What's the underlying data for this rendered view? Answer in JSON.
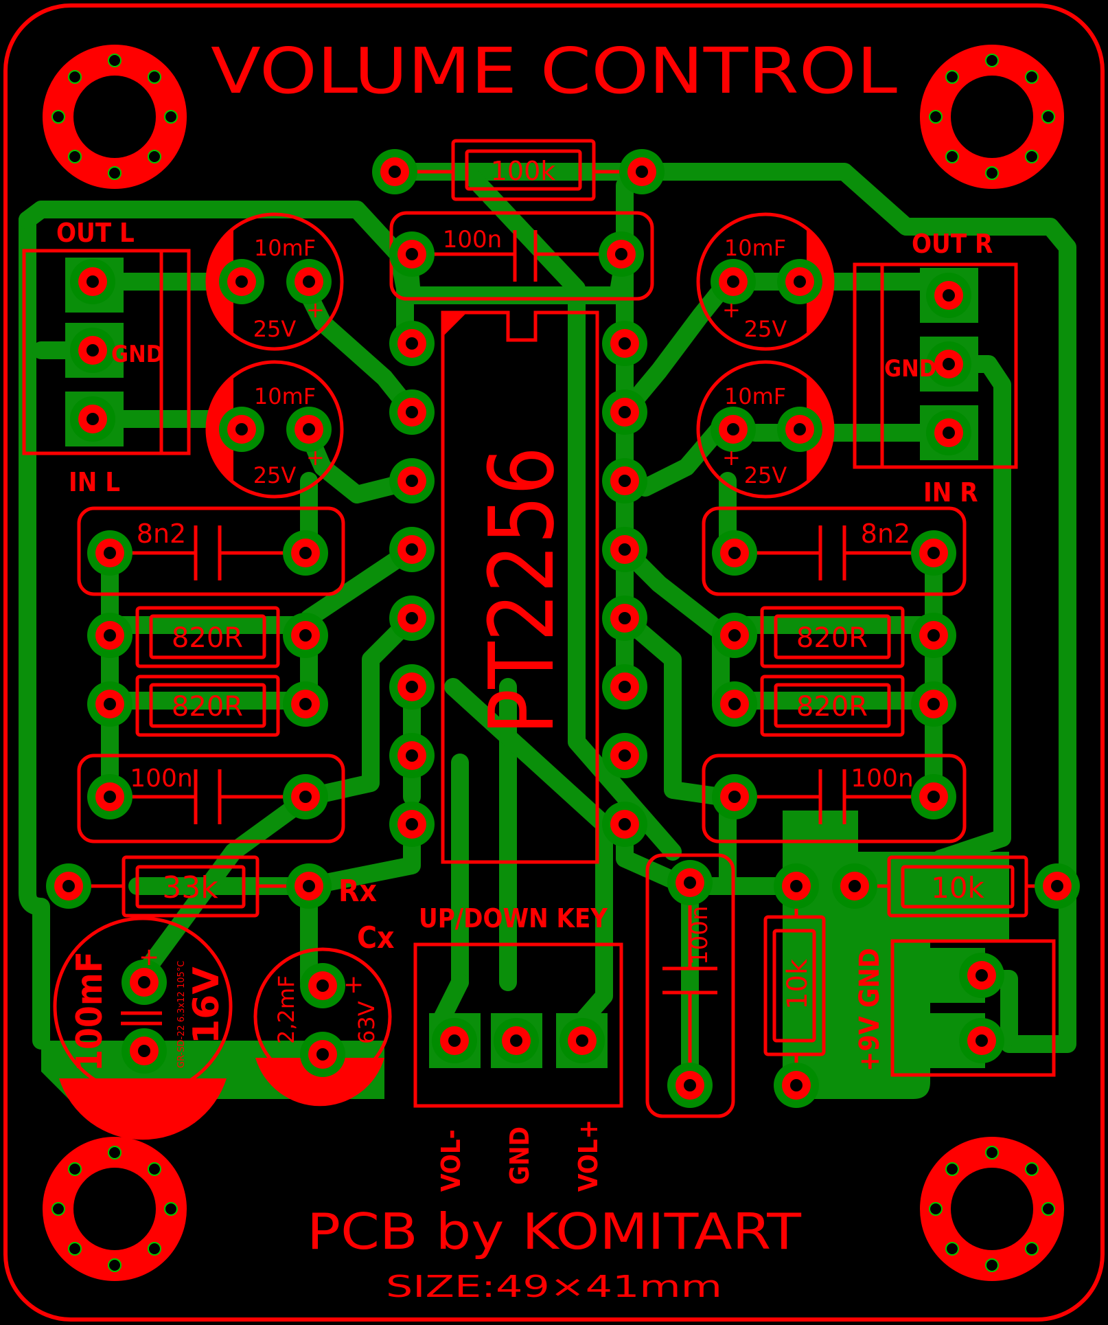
{
  "title": "VOLUME CONTROL",
  "chip": "PT2256",
  "credit": "PCB by KOMITART",
  "size_text": "SIZE:49×41mm",
  "connectors": {
    "out_l": "OUT L",
    "in_l": "IN L",
    "gnd_l": "GND",
    "out_r": "OUT R",
    "in_r": "IN R",
    "gnd_r": "GND",
    "updown": "UP/DOWN KEY",
    "vol_minus": "VOL-",
    "gnd_mid": "GND",
    "vol_plus": "VOL+",
    "power": "+9V GND"
  },
  "parts": {
    "r_top": "100k",
    "c_top": "100n",
    "cap_l_top": "10mF",
    "cap_l_top_v": "25V",
    "cap_l_bot": "10mF",
    "cap_l_bot_v": "25V",
    "cap_r_top": "10mF",
    "cap_r_top_v": "25V",
    "cap_r_bot": "10mF",
    "cap_r_bot_v": "25V",
    "c_8n2_l": "8n2",
    "c_8n2_r": "8n2",
    "r_820_l1": "820R",
    "r_820_l2": "820R",
    "r_820_r1": "820R",
    "r_820_r2": "820R",
    "c_100n_l": "100n",
    "c_100n_r": "100n",
    "r_33k": "33k",
    "rx": "Rx",
    "cx": "Cx",
    "cap_big": "100mF",
    "cap_big_v": "16V",
    "cap_big_note": "GR-SD-22 6.3x12 105°C",
    "cap_small": "2,2mF",
    "cap_small_v": "63V",
    "c_100n_v": "100n",
    "r_10k_v": "10k",
    "r_10k_h": "10k",
    "plus": "+"
  },
  "colors": {
    "copper": "#008c00",
    "silk": "#ff0000",
    "background": "#000000",
    "drill": "#00c800"
  }
}
